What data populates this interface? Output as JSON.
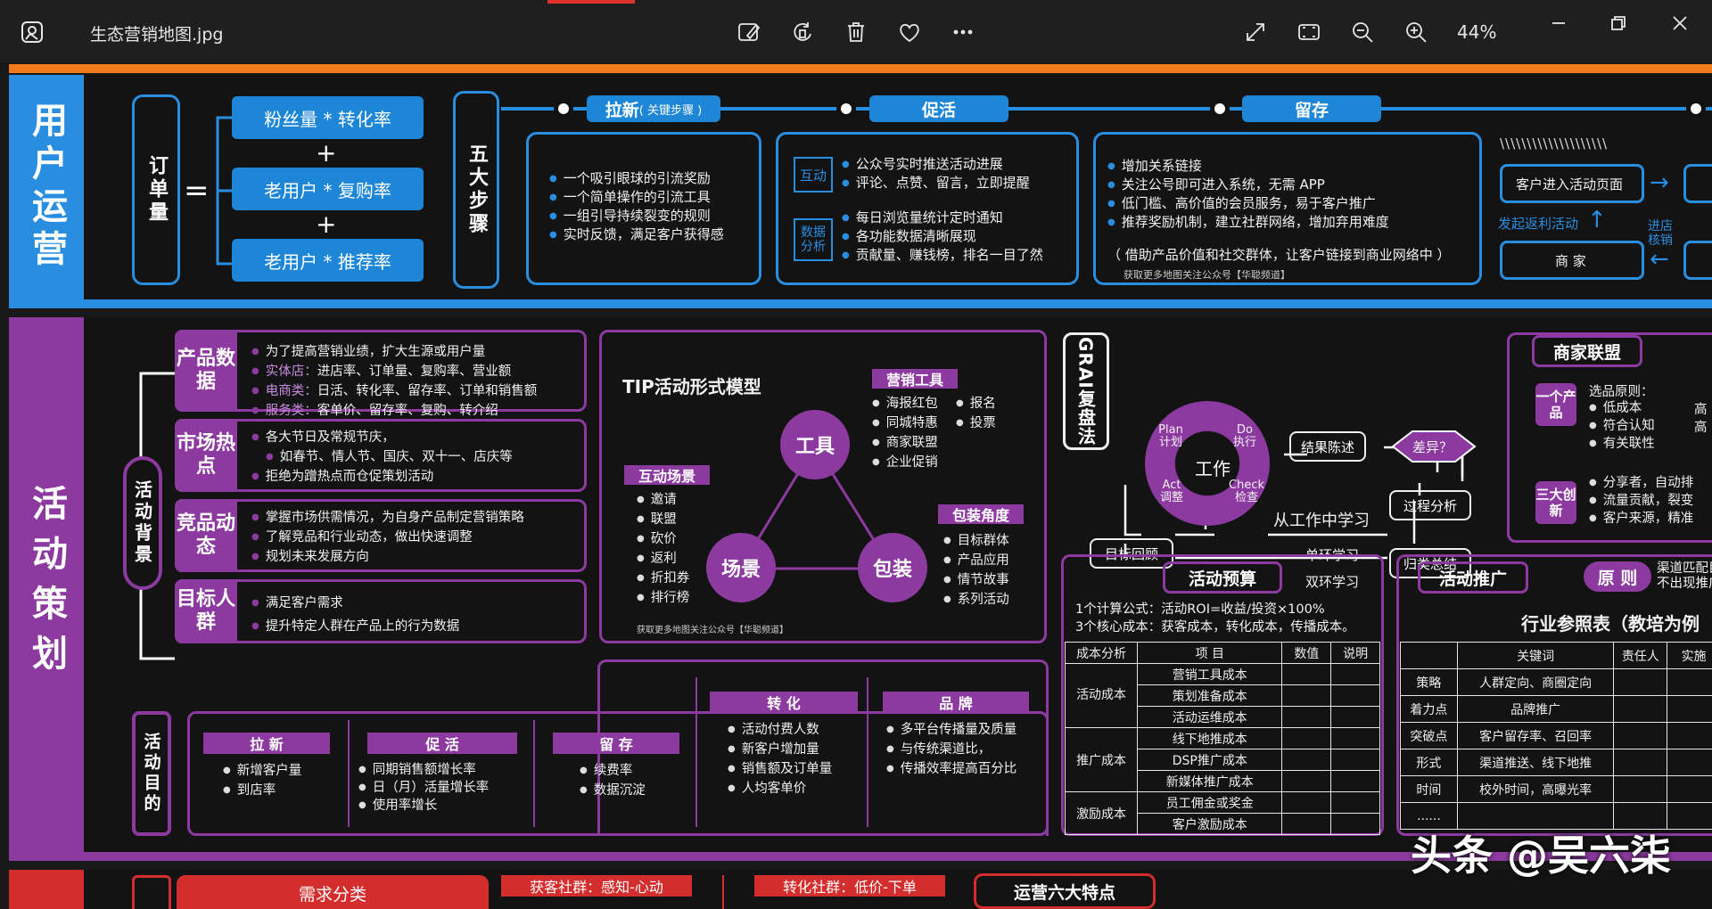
{
  "window": {
    "filename": "生态营销地图.jpg",
    "zoom": "44%",
    "icons": [
      "photo-app-icon",
      "edit-icon",
      "rotate-icon",
      "delete-icon",
      "favorite-icon",
      "more-icon",
      "fullscreen-icon",
      "fit-icon",
      "zoom-out-icon",
      "zoom-in-icon",
      "minimize-icon",
      "restore-icon",
      "close-icon"
    ]
  },
  "colors": {
    "blue": "#2a8ee0",
    "purple": "#8d3aa0",
    "orange": "#f07b1a",
    "red": "#d42d2d",
    "bg": "#1b1b1b"
  },
  "user_ops": {
    "tab": "用户运营",
    "order": "订单量",
    "eq": "=",
    "plus": "+",
    "formula": [
      "粉丝量 * 转化率",
      "老用户 * 复购率",
      "老用户 * 推荐率"
    ],
    "five_steps": "五大步骤",
    "steps": [
      {
        "label": "拉新",
        "sub": "( 关键步骤 )"
      },
      {
        "label": "促活",
        "sub": ""
      },
      {
        "label": "留存",
        "sub": ""
      }
    ],
    "lanxin_items": [
      "一个吸引眼球的引流奖励",
      "一个简单操作的引流工具",
      "一组引导持续裂变的规则",
      "实时反馈，满足客户获得感"
    ],
    "cuhuo_tag1": "互动",
    "cuhuo_tag2": "数据分析",
    "cuhuo_items1": [
      "公众号实时推送活动进展",
      "评论、点赞、留言，立即提醒"
    ],
    "cuhuo_items2": [
      "每日浏览量统计定时通知",
      "各功能数据清晰展现",
      "贡献量、赚钱榜，排名一目了然"
    ],
    "liucun_items": [
      "增加关系链接",
      "关注公号即可进入系统，无需 APP",
      "低门槛、高价值的会员服务，易于客户推广",
      "推荐奖励机制，建立社群网络，增加弃用难度"
    ],
    "liucun_note": "（ 借助产品价值和社交群体，让客户链接到商业网络中 ）",
    "footer_note": "获取更多地图关注公众号【华聪频道】",
    "flow_slash": "\\\\\\\\\\\\\\\\\\\\\\\\\\\\\\\\\\\\\\\\",
    "flow_enter": "客户进入活动页面",
    "flow_rebate": "发起返利活动",
    "flow_merchant": "商 家",
    "flow_verify": "进店核销"
  },
  "activity": {
    "tab": "活动策划",
    "bg_label": "活动背景",
    "bg_rows": [
      {
        "title": "产品数据",
        "items": [
          {
            "k": "",
            "v": "为了提高营销业绩，扩大生源或用户量"
          },
          {
            "k": "实体店：",
            "v": "进店率、订单量、复购率、营业额"
          },
          {
            "k": "电商类：",
            "v": "日活、转化率、留存率、订单和销售额"
          },
          {
            "k": "服务类：",
            "v": "客单价、留存率、复购、转介绍"
          }
        ]
      },
      {
        "title": "市场热点",
        "items": [
          {
            "k": "",
            "v": "各大节日及常规节庆，"
          },
          {
            "k": "",
            "v": "如春节、情人节、国庆、双十一、店庆等"
          },
          {
            "k": "",
            "v": "拒绝为蹭热点而仓促策划活动"
          }
        ]
      },
      {
        "title": "竞品动态",
        "items": [
          {
            "k": "",
            "v": "掌握市场供需情况，为自身产品制定营销策略"
          },
          {
            "k": "",
            "v": "了解竞品和行业动态，做出快速调整"
          },
          {
            "k": "",
            "v": "规划未来发展方向"
          }
        ]
      },
      {
        "title": "目标人群",
        "items": [
          {
            "k": "",
            "v": "满足客户需求"
          },
          {
            "k": "",
            "v": "提升特定人群在产品上的行为数据"
          }
        ]
      }
    ],
    "tip": {
      "title": "TIP活动形式模型",
      "tool": "工具",
      "scene": "场景",
      "pack": "包装",
      "tools_hdr": "营销工具",
      "tools_a": [
        "海报红包",
        "同城特惠",
        "商家联盟",
        "企业促销"
      ],
      "tools_b": [
        "报名",
        "投票"
      ],
      "scene_hdr": "互动场景",
      "scenes": [
        "邀请",
        "联盟",
        "砍价",
        "返利",
        "折扣券",
        "排行榜"
      ],
      "pack_hdr": "包装角度",
      "packs": [
        "目标群体",
        "产品应用",
        "情节故事",
        "系列活动"
      ],
      "note": "获取更多地图关注公众号【华聪频道】"
    },
    "grai": {
      "label": "GRAI复盘法",
      "work": "工作",
      "plan": "Plan计划",
      "do": "Do执行",
      "act": "Act调整",
      "check": "Check检查",
      "result": "结果陈述",
      "diff": "差异？",
      "process": "过程分析",
      "summary": "归类总结",
      "review": "目标回顾",
      "learn": "从工作中学习",
      "single": "单环学习",
      "double": "双环学习"
    },
    "alliance": {
      "title": "商家联盟",
      "tag1": "一个产品",
      "principle": "选品原则：",
      "items1": [
        "低成本",
        "符合认知",
        "有关联性"
      ],
      "tag2": "三大创新",
      "items2": [
        "分享者，自动排",
        "流量贡献，裂变",
        "客户来源，精准"
      ],
      "right_cut": [
        "高",
        "高"
      ]
    },
    "goal_label": "活动目的",
    "goals": [
      {
        "hdr": "拉 新",
        "items": [
          "新增客户量",
          "到店率"
        ]
      },
      {
        "hdr": "促 活",
        "items": [
          "同期销售额增长率",
          "日（月）活量增长率",
          "使用率增长"
        ]
      },
      {
        "hdr": "留 存",
        "items": [
          "续费率",
          "数据沉淀"
        ]
      },
      {
        "hdr": "转 化",
        "items": [
          "活动付费人数",
          "新客户增加量",
          "销售额及订单量",
          "人均客单价"
        ]
      },
      {
        "hdr": "品 牌",
        "items": [
          "多平台传播量及质量",
          "与传统渠道比，",
          "传播效率提高百分比"
        ]
      }
    ],
    "budget": {
      "title": "活动预算",
      "line1": "1个计算公式：活动ROI=收益/投资×100%",
      "line2": "3个核心成本：获客成本，转化成本，传播成本。",
      "headers": [
        "成本分析",
        "项 目",
        "数值",
        "说明"
      ],
      "groups": [
        {
          "name": "活动成本",
          "items": [
            "营销工具成本",
            "策划准备成本",
            "活动运维成本"
          ]
        },
        {
          "name": "推广成本",
          "items": [
            "线下地推成本",
            "DSP推广成本",
            "新媒体推广成本"
          ]
        },
        {
          "name": "激励成本",
          "items": [
            "员工佣金或奖金",
            "客户激励成本"
          ]
        }
      ]
    },
    "promo": {
      "title": "活动推广",
      "principle": "原 则",
      "principle_text": [
        "渠道匹配目",
        "不出现推广"
      ],
      "table_title": "行业参照表（教培为例",
      "headers": [
        "",
        "关键词",
        "责任人",
        "实施"
      ],
      "rows": [
        [
          "策略",
          "人群定向、商圈定向"
        ],
        [
          "着力点",
          "品牌推广"
        ],
        [
          "突破点",
          "客户留存率、召回率"
        ],
        [
          "形式",
          "渠道推送、线下地推"
        ],
        [
          "时间",
          "校外时间，高曝光率"
        ],
        [
          "......",
          ""
        ]
      ]
    }
  },
  "bottom": {
    "need": "需求分类",
    "acq": "获客社群：感知-心动",
    "conv": "转化社群：低价-下单",
    "six": "运营六大特点"
  },
  "watermark": "头条 @吴六柒"
}
